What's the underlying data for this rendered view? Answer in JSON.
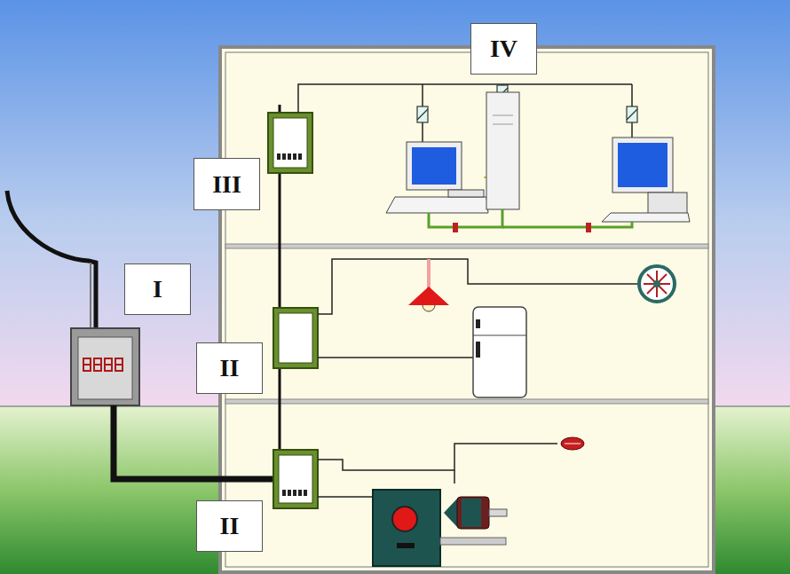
{
  "diagram": {
    "nodes": [
      {
        "text": [
          "IV"
        ]
      },
      {
        "text": [
          "III"
        ]
      },
      {
        "text": [
          "I"
        ]
      },
      {
        "text": [
          "II"
        ]
      },
      {
        "text": [
          "II"
        ]
      }
    ]
  }
}
